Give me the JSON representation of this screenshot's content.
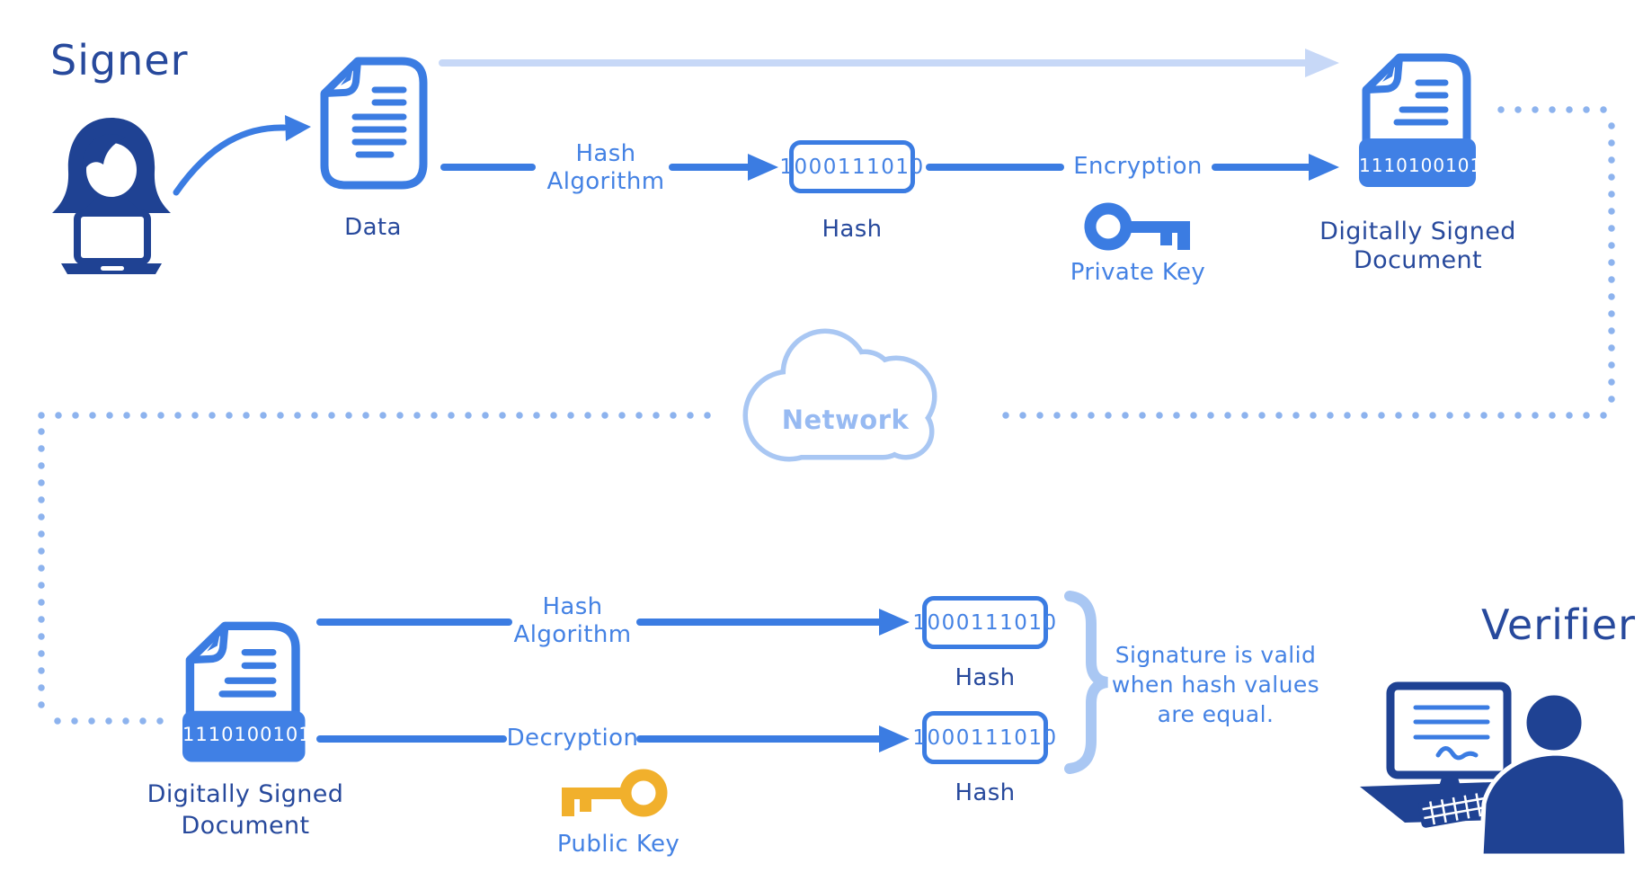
{
  "signer_section": {
    "title": "Signer",
    "data_doc_label": "Data",
    "hash_process_label": "Hash\nAlgorithm",
    "hash_value": "1000111010",
    "hash_label": "Hash",
    "encryption_label": "Encryption",
    "private_key_label": "Private Key",
    "signed_doc_banner": "1110100101",
    "signed_doc_label": "Digitally Signed\nDocument"
  },
  "network_section": {
    "label": "Network"
  },
  "verifier_section": {
    "title": "Verifier",
    "signed_doc_banner": "1110100101",
    "signed_doc_label": "Digitally Signed\nDocument",
    "hash_process_label": "Hash\nAlgorithm",
    "decryption_label": "Decryption",
    "public_key_label": "Public Key",
    "hash1_value": "1000111010",
    "hash1_label": "Hash",
    "hash2_value": "1000111010",
    "hash2_label": "Hash",
    "verdict": "Signature is valid\nwhen hash values\nare equal."
  },
  "colors": {
    "primary_blue": "#3b7ce2",
    "label_blue": "#4482e4",
    "navy_text": "#27499c",
    "icon_navy": "#1f4293",
    "cloud_light_blue": "#a9c7f3",
    "dot_blue": "#8db3ee",
    "faint_arrow_blue": "#c7d8f7",
    "banner_blue": "#4080e5",
    "key_yellow": "#f1b02c"
  }
}
